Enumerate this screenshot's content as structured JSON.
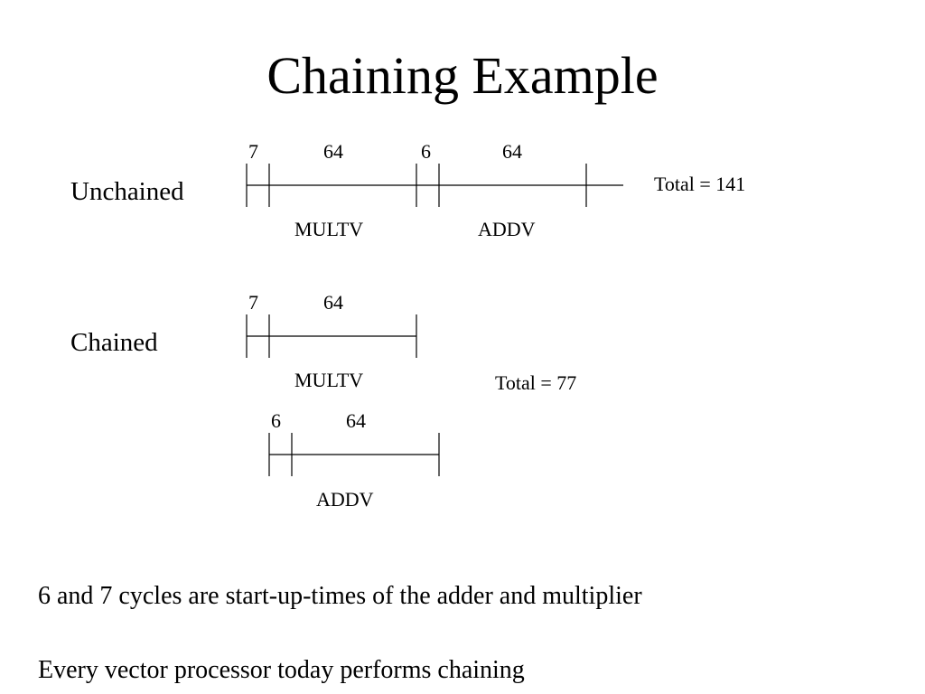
{
  "title": "Chaining Example",
  "unchained": {
    "label": "Unchained",
    "segments": [
      "7",
      "64",
      "6",
      "64"
    ],
    "ops": [
      "MULTV",
      "ADDV"
    ],
    "total": "Total = 141"
  },
  "chained": {
    "label": "Chained",
    "multv": {
      "segments": [
        "7",
        "64"
      ],
      "op": "MULTV"
    },
    "addv": {
      "segments": [
        "6",
        "64"
      ],
      "op": "ADDV"
    },
    "total": "Total = 77"
  },
  "notes": [
    "6 and 7 cycles are start-up-times of the adder and multiplier",
    "Every vector processor today performs chaining"
  ]
}
